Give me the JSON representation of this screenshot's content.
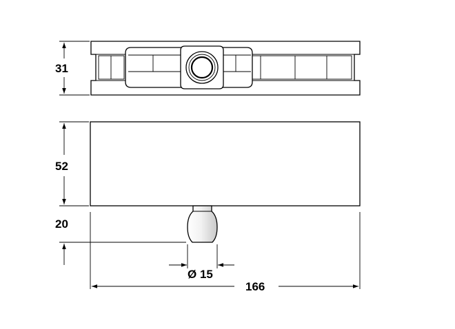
{
  "dimensions": {
    "height_top": "31",
    "height_body": "52",
    "pin_length": "20",
    "pin_diameter": "Ø 15",
    "width": "166"
  }
}
